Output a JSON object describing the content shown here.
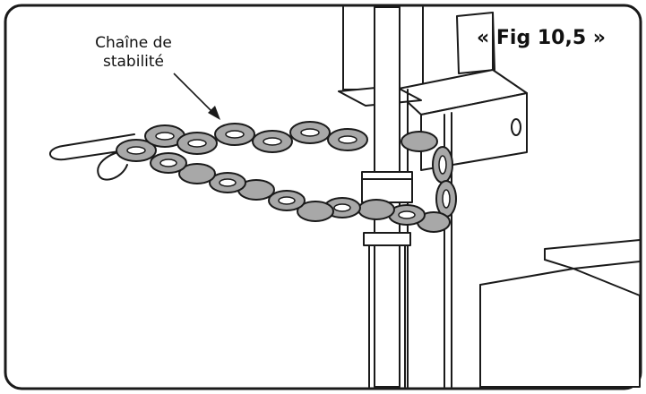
{
  "figure": {
    "title": "« Fig 10,5 »",
    "callout": {
      "line1": "Chaîne de",
      "line2": "stabilité"
    }
  },
  "colors": {
    "outline": "#1a1a1a",
    "chain_fill": "#a8a8a8",
    "chain_shade": "#7d7d7d",
    "pipe_fill": "#ffffff",
    "background": "#ffffff"
  }
}
